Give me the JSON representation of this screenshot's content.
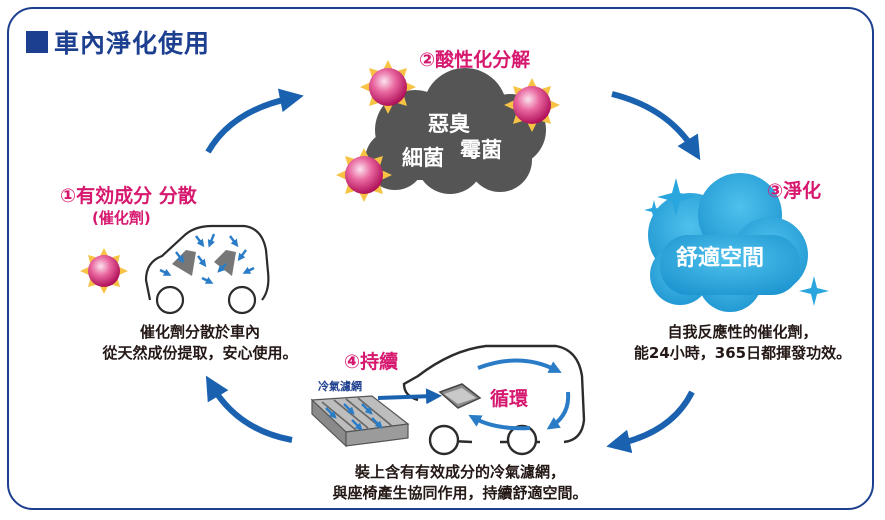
{
  "title": "車內淨化使用",
  "steps": {
    "s1": {
      "label": "①有効成分 分散",
      "sub": "(催化劑)"
    },
    "s2": {
      "label": "②酸性化分解"
    },
    "s3": {
      "label": "③淨化"
    },
    "s4": {
      "label": "④持續"
    }
  },
  "cloud_dark": {
    "line1": "惡臭",
    "line2a": "細菌",
    "line2b": "霉菌"
  },
  "cloud_blue": {
    "text": "舒適空間"
  },
  "car_right": {
    "label": "循環"
  },
  "filter_label": "冷氣濾網",
  "descriptions": {
    "left": [
      "催化劑分散於車內",
      "從天然成份提取，安心使用。"
    ],
    "right": [
      "自我反應性的催化劑，",
      "能24小時，365日都揮發功效。"
    ],
    "bottom": [
      "裝上含有有效成分的冷氣濾網，",
      "與座椅產生協同作用，持續舒適空間。"
    ]
  },
  "colors": {
    "accent_blue": "#1d3f8f",
    "arrow_blue": "#1a62b0",
    "pink": "#d6186f",
    "sky": "#29a6dd",
    "cloud_gray": "#555555"
  }
}
